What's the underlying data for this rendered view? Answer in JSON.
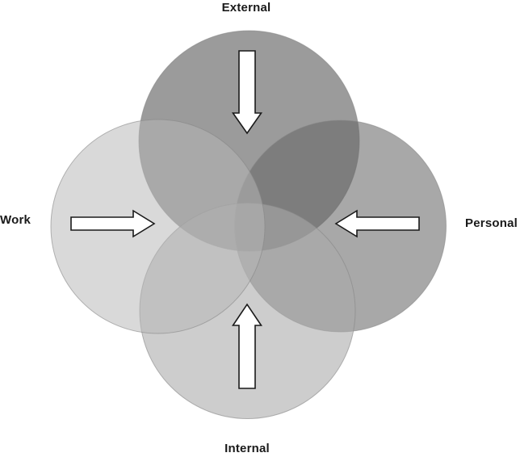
{
  "diagram": {
    "name": "four-circle-overlap-diagram",
    "type": "venn",
    "background": "#ffffff",
    "labels": {
      "top": "External",
      "left": "Work",
      "right": "Personal",
      "bottom": "Internal"
    },
    "circles": [
      {
        "name": "external-circle",
        "label": "External",
        "fill": "#9B9B9B",
        "opacity": "1"
      },
      {
        "name": "personal-circle",
        "label": "Personal",
        "fill": "#666666",
        "opacity": "0.57"
      },
      {
        "name": "internal-circle",
        "label": "Internal",
        "fill": "#AAAAAA",
        "opacity": "0.59"
      },
      {
        "name": "work-circle",
        "label": "Work",
        "fill": "#B6B6B6",
        "opacity": "0.52"
      }
    ],
    "arrows": [
      {
        "name": "external-arrow",
        "direction": "down",
        "from": "External"
      },
      {
        "name": "work-arrow",
        "direction": "right",
        "from": "Work"
      },
      {
        "name": "personal-arrow",
        "direction": "left",
        "from": "Personal"
      },
      {
        "name": "internal-arrow",
        "direction": "up",
        "from": "Internal"
      }
    ],
    "styles": {
      "circle_stroke": "#878787",
      "arrow_fill": "#ffffff",
      "arrow_stroke": "#1a1a1a",
      "label_color": "#1a1a1a"
    }
  }
}
